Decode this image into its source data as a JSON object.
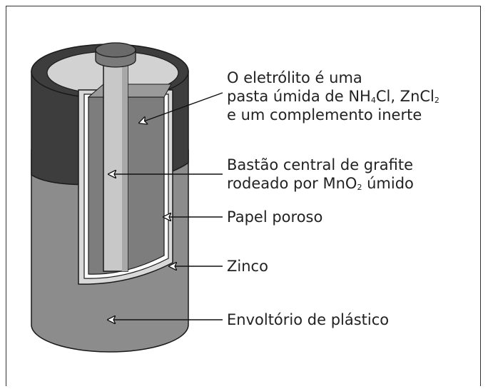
{
  "labels": {
    "electrolyte": {
      "line1": "O eletrólito é uma",
      "line2_prefix": "pasta úmida de NH",
      "line2_sub1": "4",
      "line2_mid": "Cl, ZnCl",
      "line2_sub2": "2",
      "line3": "e um complemento inerte"
    },
    "graphite": {
      "line1": "Bastão central de grafite",
      "line2_prefix": "rodeado por MnO",
      "line2_sub": "2",
      "line2_suffix": " úmido"
    },
    "paper": "Papel poroso",
    "zinc": "Zinco",
    "plastic": "Envoltório de plástico"
  },
  "colors": {
    "outer_top_band": "#3d3d3d",
    "outer_body": "#8c8c8c",
    "top_disc": "#d2d2d2",
    "cap": "#7a7a7a",
    "zinc_shell": "#d9d9d9",
    "paper_layer": "#ffffff",
    "inner_fill": "#7d7d7d",
    "graphite_rod": "#c8c8c8",
    "outline": "#1a1a1a"
  }
}
